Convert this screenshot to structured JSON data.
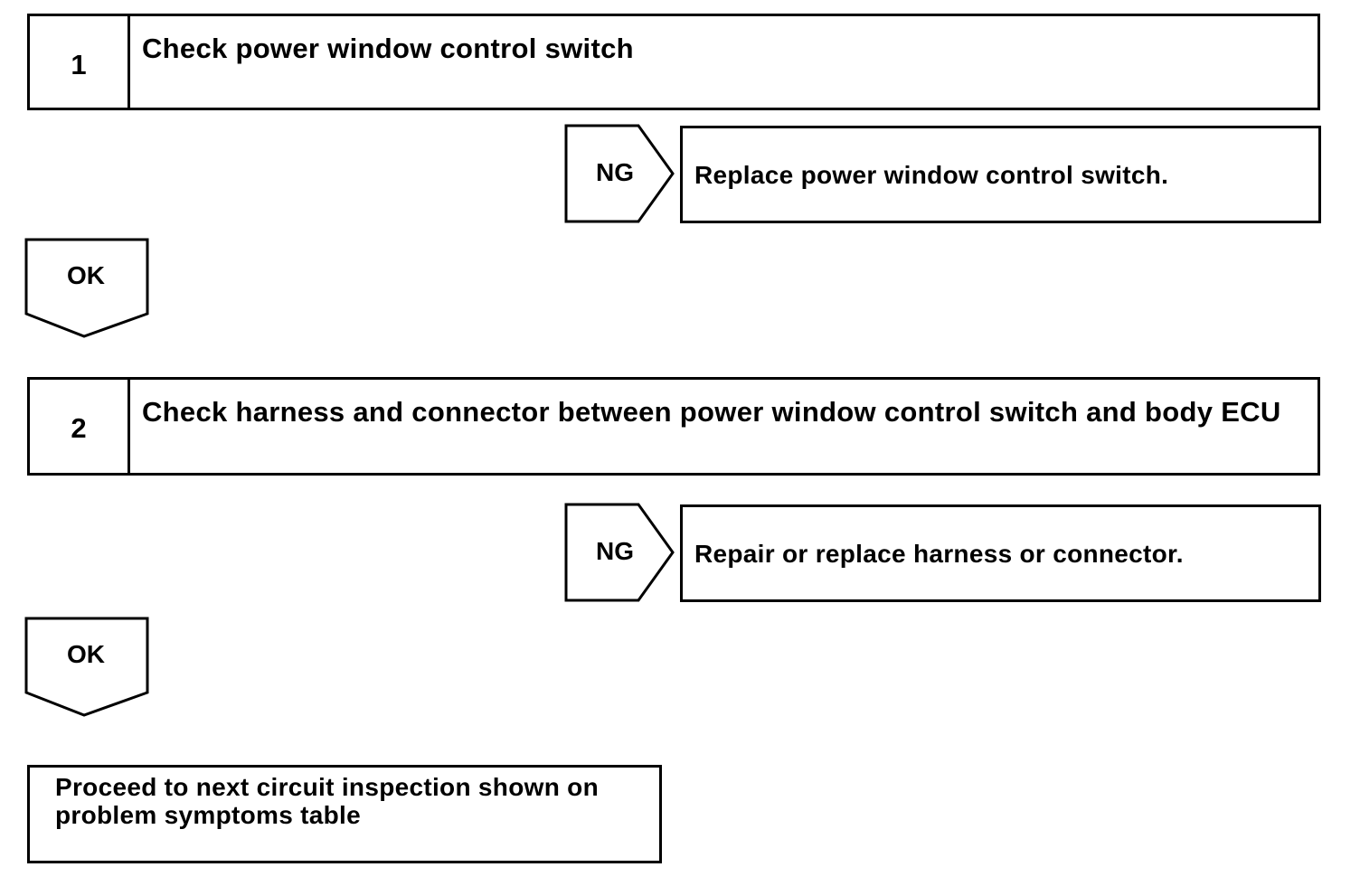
{
  "steps": [
    {
      "number": "1",
      "text": "Check power window control switch"
    },
    {
      "number": "2",
      "text": "Check harness and connector between power window control switch and body ECU"
    }
  ],
  "ng_results": [
    {
      "label": "NG",
      "action": "Replace power window control switch."
    },
    {
      "label": "NG",
      "action": "Repair or replace harness or connector."
    }
  ],
  "ok_results": [
    {
      "label": "OK"
    },
    {
      "label": "OK"
    }
  ],
  "final": {
    "text": "Proceed to next circuit inspection shown on problem symptoms table"
  }
}
